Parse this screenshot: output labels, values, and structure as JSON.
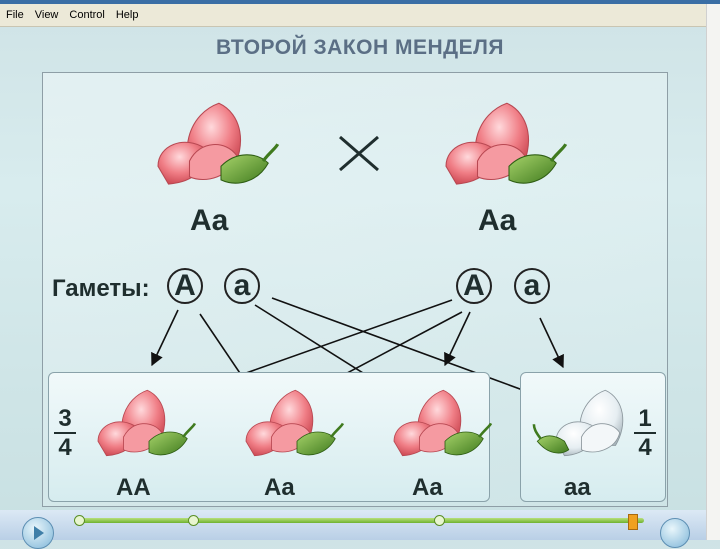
{
  "menu": {
    "file": "File",
    "view": "View",
    "control": "Control",
    "help": "Help"
  },
  "slide": {
    "title": "ВТОРОЙ ЗАКОН МЕНДЕЛЯ",
    "cross_symbol": "×",
    "parent_left": "Aa",
    "parent_right": "Aa",
    "gametes_label": "Гаметы:",
    "gametes": [
      "A",
      "a",
      "A",
      "a"
    ],
    "offspring": [
      "AA",
      "Aa",
      "Aa",
      "aa"
    ],
    "ratio_dominant": {
      "numerator": "3",
      "denominator": "4"
    },
    "ratio_recessive": {
      "numerator": "1",
      "denominator": "4"
    }
  },
  "colors": {
    "flower_pink": "#f07e86",
    "flower_white": "#e6eef2",
    "leaf_green": "#5f9a2f",
    "title": "#5b6f85"
  },
  "player": {
    "play_icon": "play-icon",
    "end_icon": "skip-end-icon"
  }
}
